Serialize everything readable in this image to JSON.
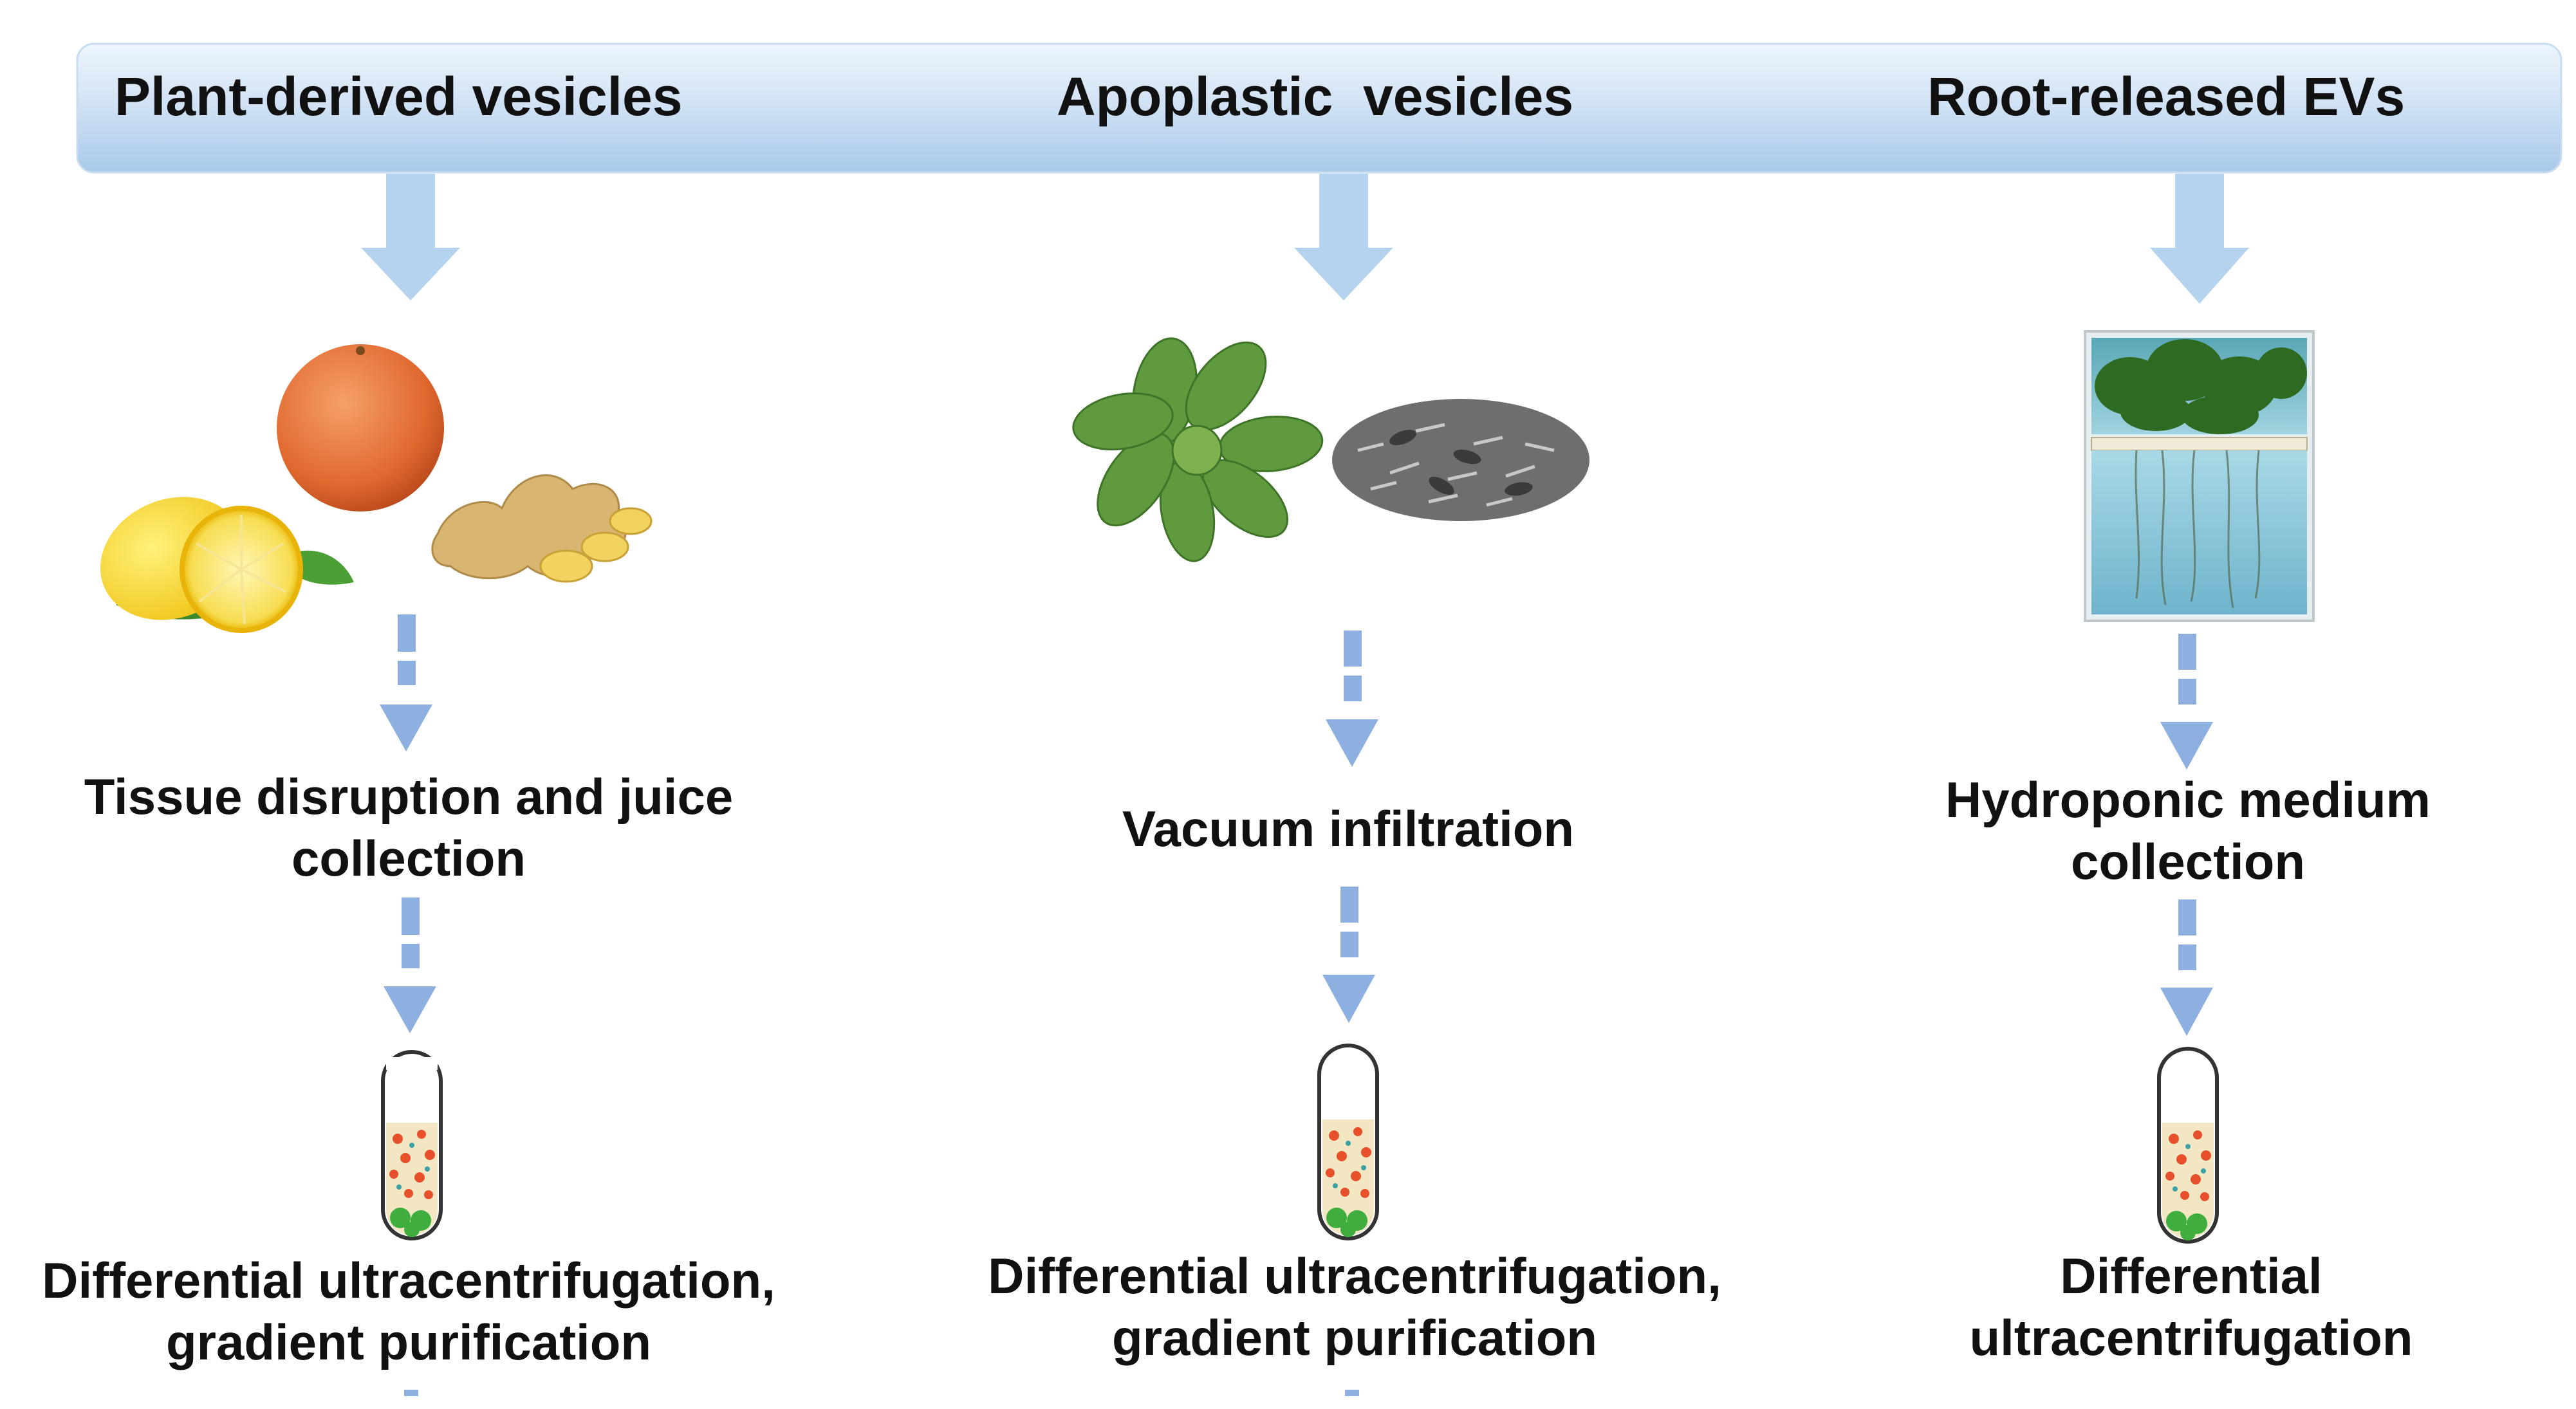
{
  "colors": {
    "banner_top": "#eef5fc",
    "banner_bottom": "#a9c9ea",
    "arrow_solid": "#b5d2ee",
    "arrow_dashed": "#8eb0e0",
    "tube_liquid": "#f3e6c2",
    "tube_particle_red": "#e8502c",
    "tube_particle_green": "#3fae3f",
    "tube_particle_teal": "#3aa0a4",
    "water": "#8ec7d9"
  },
  "banner": {
    "titles": [
      "Plant-derived vesicles",
      "Apoplastic  vesicles",
      "Root-released EVs"
    ]
  },
  "columns": [
    {
      "source_image": {
        "icons": [
          "lemon-icon",
          "orange-icon",
          "ginger-icon"
        ]
      },
      "step1": {
        "lines": [
          "Tissue disruption and juice",
          "collection"
        ]
      },
      "step2": {
        "lines": [
          "Differential ultracentrifugation,",
          "gradient purification"
        ]
      }
    },
    {
      "source_image": {
        "icons": [
          "arabidopsis-rosette-icon",
          "sunflower-seeds-icon"
        ]
      },
      "step1": {
        "lines": [
          "Vacuum infiltration"
        ]
      },
      "step2": {
        "lines": [
          "Differential ultracentrifugation,",
          "gradient purification"
        ]
      }
    },
    {
      "source_image": {
        "icons": [
          "hydroponic-culture-icon"
        ]
      },
      "step1": {
        "lines": [
          "Hydroponic medium",
          "collection"
        ]
      },
      "step2": {
        "lines": [
          "Differential",
          "ultracentrifugation"
        ]
      }
    }
  ]
}
